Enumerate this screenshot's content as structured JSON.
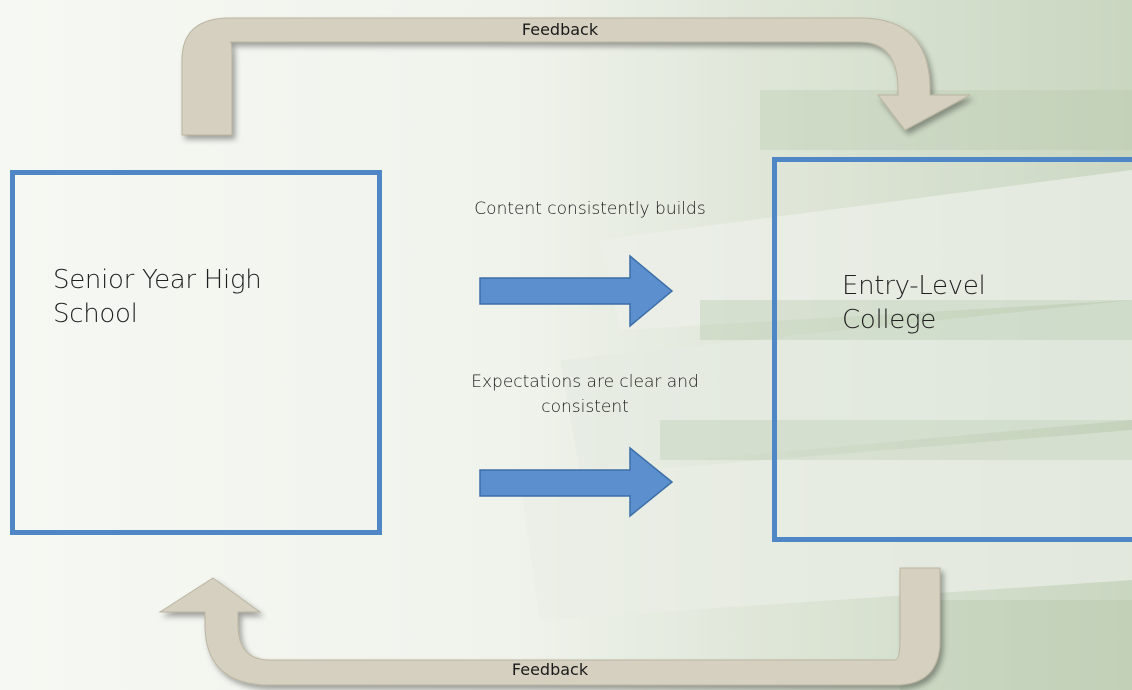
{
  "diagram": {
    "left_box": {
      "label_line1": "Senior Year High",
      "label_line2": "School"
    },
    "right_box": {
      "label_line1": "Entry-Level",
      "label_line2": "College"
    },
    "middle": {
      "caption_top": "Content consistently builds",
      "caption_bottom_line1": "Expectations are clear and",
      "caption_bottom_line2": "consistent"
    },
    "feedback_top": "Feedback",
    "feedback_bottom": "Feedback"
  },
  "colors": {
    "box_border": "#4f86c6",
    "arrow_fill": "#5b8fcd",
    "arrow_stroke": "#3d6fa8",
    "loop_fill": "#d5d0bf"
  }
}
